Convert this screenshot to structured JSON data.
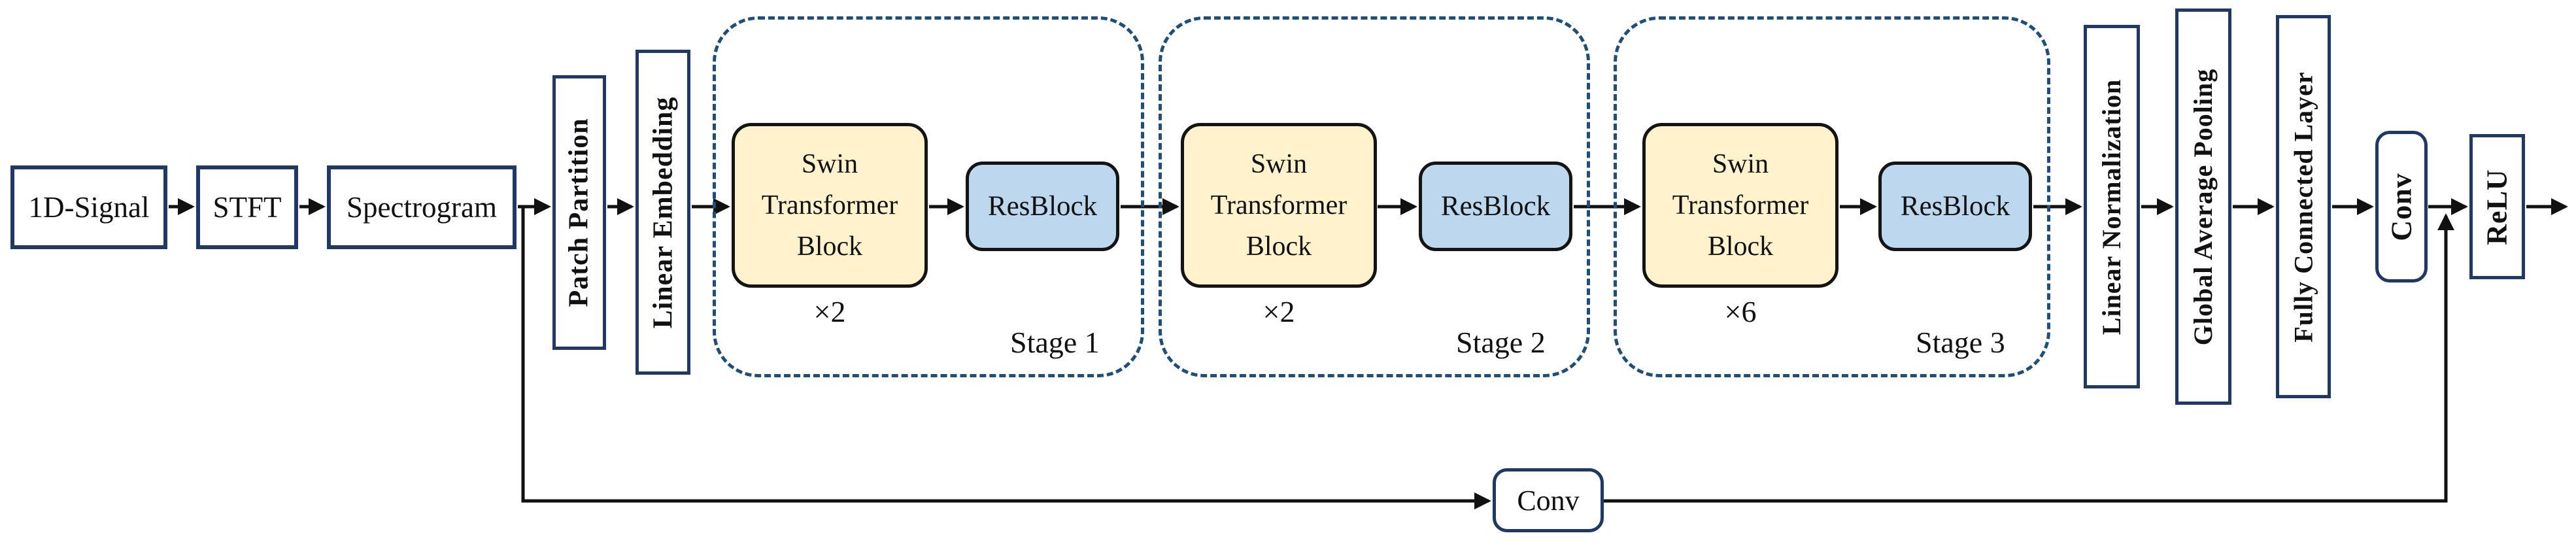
{
  "figure": {
    "nodes": {
      "signal": "1D-Signal",
      "stft": "STFT",
      "spectrogram": "Spectrogram",
      "patch_partition": "Patch Partition",
      "linear_embedding": "Linear Embedding",
      "linear_normalization": "Linear Normalization",
      "global_average_pooling": "Global Average Pooling",
      "fully_connected_layer": "Fully Connected Layer",
      "conv_head": "Conv",
      "relu": "ReLU",
      "conv_skip": "Conv"
    },
    "stages": [
      {
        "label": "Stage 1",
        "block": "Swin Transformer Block",
        "repeat": "×2",
        "resblock": "ResBlock"
      },
      {
        "label": "Stage 2",
        "block": "Swin Transformer Block",
        "repeat": "×2",
        "resblock": "ResBlock"
      },
      {
        "label": "Stage 3",
        "block": "Swin Transformer Block",
        "repeat": "×6",
        "resblock": "ResBlock"
      }
    ],
    "colors": {
      "swin_fill": "#FFF2CC",
      "resblock_fill": "#BDD7EE",
      "box_border": "#1F3864",
      "stage_border": "#1F4E79",
      "arrow": "#111111"
    }
  }
}
